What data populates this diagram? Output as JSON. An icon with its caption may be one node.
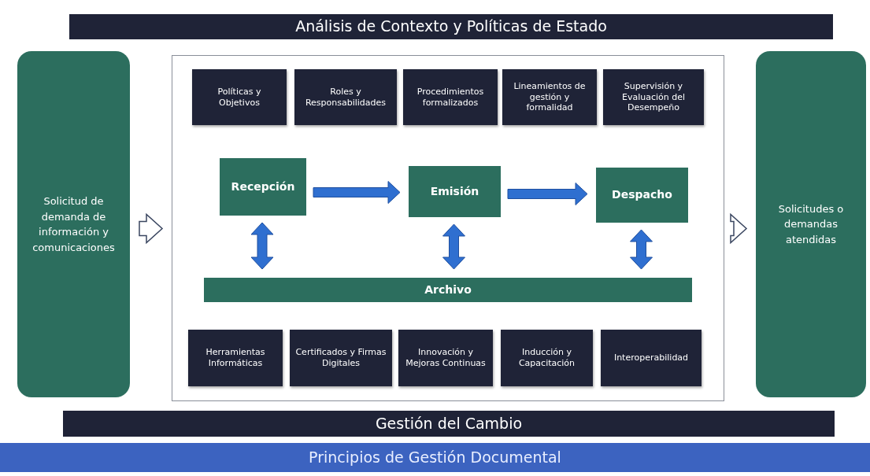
{
  "diagram": {
    "nodes": [
      {
        "text": [
          "Análisis de Contexto y Políticas de Estado"
        ]
      },
      {
        "text": [
          "Solicitud de demanda de información y comunicaciones"
        ]
      },
      {
        "text": [],
        "shape": "box"
      },
      {
        "text": [
          "Políticas y Objetivos"
        ],
        "in": 2
      },
      {
        "text": [
          "Roles y Responsabilidades"
        ],
        "in": 2
      },
      {
        "text": [
          "Procedimientos formalizados"
        ],
        "in": 2
      },
      {
        "text": [
          "Lineamientos de gestión y formalidad"
        ],
        "in": 2
      },
      {
        "text": [
          "Supervisión y Evaluación del Desempeño"
        ],
        "in": 2
      },
      {
        "text": [
          "Recepción"
        ],
        "in": 2
      },
      {
        "text": [
          "Emisión"
        ],
        "in": 2
      },
      {
        "text": [
          "Despacho"
        ],
        "in": 2
      },
      {
        "text": [
          "Archivo"
        ],
        "in": 2
      },
      {
        "text": [
          "Herramientas Informáticas"
        ],
        "in": 2
      },
      {
        "text": [
          "Certificados y Firmas Digitales"
        ],
        "in": 2
      },
      {
        "text": [
          "Innovación y Mejoras Continuas"
        ],
        "in": 2
      },
      {
        "text": [
          "Inducción y Capacitación"
        ],
        "in": 2
      },
      {
        "text": [
          "Interoperabilidad"
        ],
        "in": 2
      },
      {
        "text": [
          "Solicitudes o demandas atendidas"
        ]
      },
      {
        "text": [
          "Gestión del Cambio"
        ]
      },
      {
        "text": [
          "Principios de Gestión Documental"
        ]
      }
    ],
    "edges": [
      {
        "from": 1,
        "to": 2,
        "arrow": "to",
        "color": "#ffffff"
      },
      {
        "from": 8,
        "to": 9,
        "arrow": "to"
      },
      {
        "from": 9,
        "to": 10,
        "arrow": "to"
      },
      {
        "from": 8,
        "to": 11,
        "arrow": "both"
      },
      {
        "from": 9,
        "to": 11,
        "arrow": "both"
      },
      {
        "from": 10,
        "to": 11,
        "arrow": "both"
      },
      {
        "from": 2,
        "to": 17,
        "arrow": "to",
        "color": "#ffffff"
      }
    ]
  }
}
